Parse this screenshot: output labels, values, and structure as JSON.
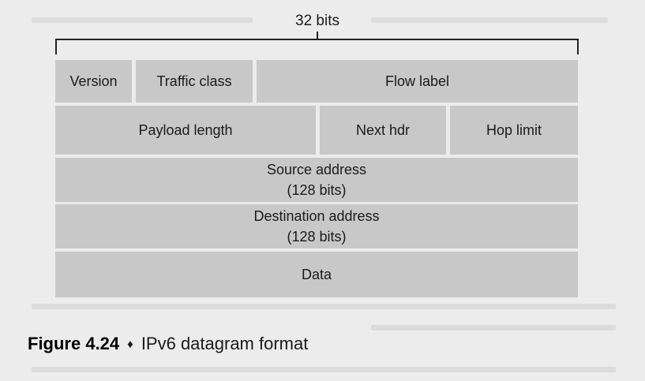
{
  "header": {
    "width_label": "32 bits"
  },
  "rows": {
    "row1": {
      "version": "Version",
      "traffic_class": "Traffic class",
      "flow_label": "Flow label"
    },
    "row2": {
      "payload_length": "Payload length",
      "next_hdr": "Next hdr",
      "hop_limit": "Hop limit"
    },
    "row3": {
      "source_address": "Source address",
      "source_bits": "(128 bits)"
    },
    "row4": {
      "destination_address": "Destination address",
      "destination_bits": "(128 bits)"
    },
    "row5": {
      "data": "Data"
    }
  },
  "caption": {
    "figure_number": "Figure 4.24",
    "separator": "♦",
    "title": "IPv6 datagram format"
  },
  "colors": {
    "field_fill": "#c8c8c8",
    "background": "#ececec",
    "text": "#1a1a1a"
  }
}
